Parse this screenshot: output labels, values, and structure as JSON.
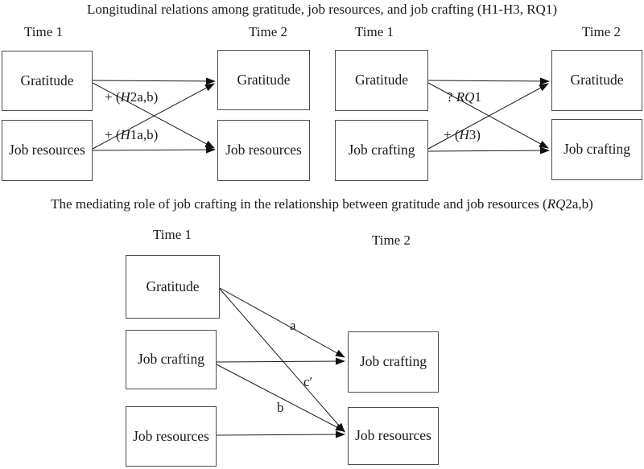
{
  "titles": {
    "top": "Longitudinal relations among gratitude, job resources, and job crafting (H1-H3, RQ1)",
    "mediation_pre": "The mediating role of job crafting in the relationship between gratitude and job resources (",
    "mediation_italic": "RQ",
    "mediation_post": "2a,b)"
  },
  "panels": {
    "left": {
      "time1": "Time 1",
      "time2": "Time 2",
      "boxes": {
        "t1_gratitude": "Gratitude",
        "t1_job_resources": "Job resources",
        "t2_gratitude": "Gratitude",
        "t2_job_resources": "Job resources"
      },
      "labels": {
        "h2_pre": "+ (",
        "h2_italic": "H",
        "h2_post": "2a,b)",
        "h1_pre": "+ (",
        "h1_italic": "H",
        "h1_post": "1a,b)"
      }
    },
    "right": {
      "time1": "Time 1",
      "time2": "Time 2",
      "boxes": {
        "t1_gratitude": "Gratitude",
        "t1_job_crafting": "Job crafting",
        "t2_gratitude": "Gratitude",
        "t2_job_crafting": "Job crafting"
      },
      "labels": {
        "rq1_pre": "? ",
        "rq1_italic": "RQ",
        "rq1_post": "1",
        "h3_pre": "+ (",
        "h3_italic": "H",
        "h3_post": "3)"
      }
    },
    "mediation": {
      "time1": "Time 1",
      "time2": "Time 2",
      "boxes": {
        "t1_gratitude": "Gratitude",
        "t1_job_crafting": "Job crafting",
        "t1_job_resources": "Job resources",
        "t2_job_crafting": "Job crafting",
        "t2_job_resources": "Job resources"
      },
      "labels": {
        "path_a": "a",
        "path_c_prime": "c′",
        "path_b": "b"
      }
    }
  },
  "colors": {
    "background": "#ffffff",
    "text": "#1a1a1a",
    "line": "#1a1a1a",
    "box_border": "#4d4d4d"
  }
}
